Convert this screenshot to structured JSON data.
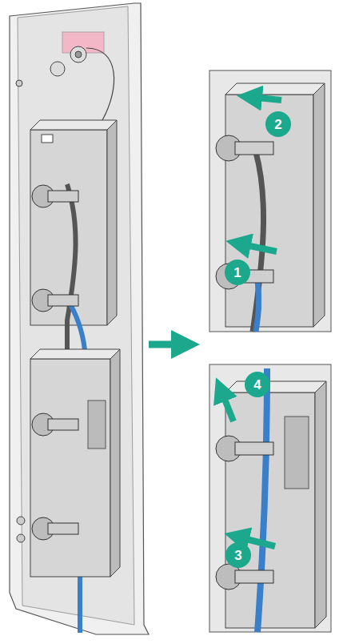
{
  "diagram": {
    "labels": [
      "2",
      "1",
      "4",
      "3"
    ]
  }
}
